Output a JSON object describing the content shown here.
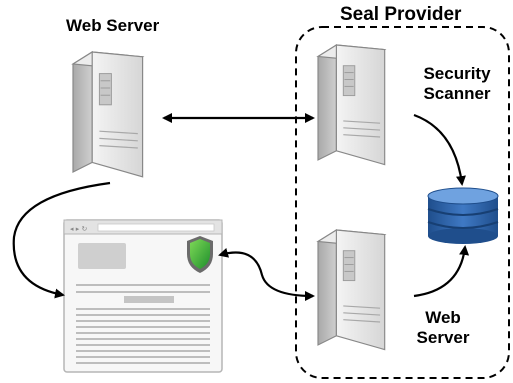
{
  "labels": {
    "web_server_left": "Web Server",
    "seal_provider": "Seal Provider",
    "security_line1": "Security",
    "security_line2": "Scanner",
    "web_right_line1": "Web",
    "web_right_line2": "Server"
  },
  "colors": {
    "server_body": "#e6e6e6",
    "server_shade": "#b8b8b8",
    "db_blue": "#2f5f9e",
    "shield_green": "#3cb043",
    "arrow": "#000000"
  },
  "icons": [
    "server-icon",
    "database-icon",
    "browser-window-icon",
    "shield-icon"
  ]
}
